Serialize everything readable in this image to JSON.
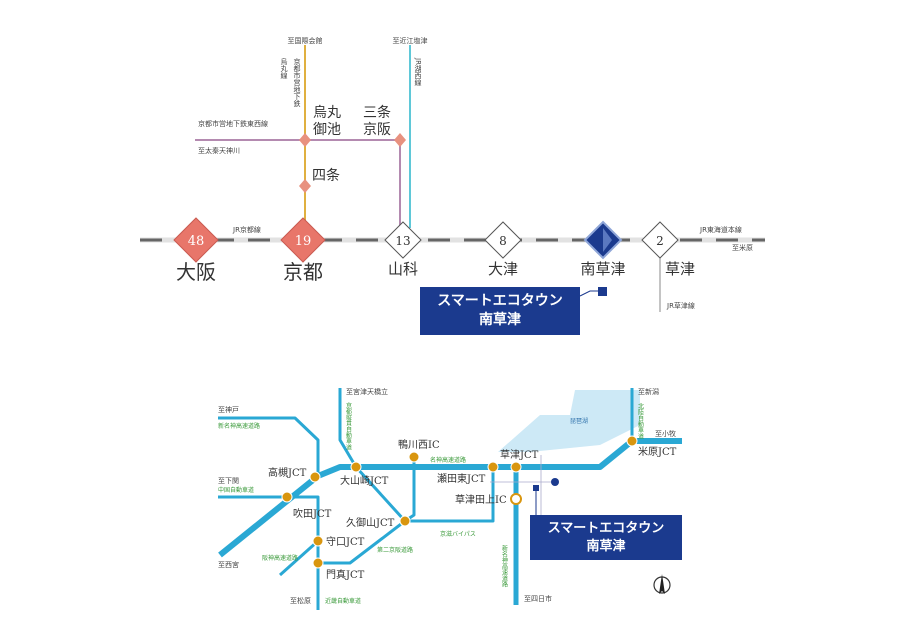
{
  "rail_map": {
    "lines": {
      "jr_kyoto": "JR京都線",
      "jr_tokaido": "JR東海道本線",
      "to_maibara": "至米原",
      "jr_kusatsu": "JR草津線",
      "to_kokusaikaikan": "至国際会館",
      "karasuma_line": "烏丸線",
      "subway_kyoto": "京都市営地下鉄",
      "subway_tozai": "京都市営地下鉄東西線",
      "to_uzumasa": "至太秦天神川",
      "to_omishiotsu": "至近江塩津",
      "jr_kosei": "JR湖西線"
    },
    "stations": [
      {
        "name": "大阪",
        "minutes": "48",
        "color": "#e8766a"
      },
      {
        "name": "京都",
        "minutes": "19",
        "color": "#e8766a"
      },
      {
        "name": "山科",
        "minutes": "13",
        "color": "#ffffff"
      },
      {
        "name": "大津",
        "minutes": "8",
        "color": "#ffffff"
      },
      {
        "name": "南草津",
        "minutes": "",
        "color": "#1b3a8e"
      },
      {
        "name": "草津",
        "minutes": "2",
        "color": "#ffffff"
      }
    ],
    "subway_stations": [
      "烏丸御池",
      "三条京阪",
      "四条"
    ],
    "property": [
      "スマートエコタウン",
      "南草津"
    ]
  },
  "road_map": {
    "labels": {
      "to_kobe": "至神戸",
      "shinmeishin_w": "新名神高速道路",
      "to_shimonoseki": "至下関",
      "chugoku": "中国自動車道",
      "to_nishinomiya": "至西宮",
      "hanshin": "阪神高速道路",
      "to_matsubara": "至松原",
      "kinki": "近畿自動車道",
      "to_amanohashidate": "至宮津天橋立",
      "kyoto_jukan": "京都縦貫自動車道",
      "meishin": "名神高速道路",
      "daini_keihan": "第二京阪道路",
      "keiji_bypass": "京滋バイパス",
      "shinmeishin_e": "新名神高速道路",
      "to_yokkaichi": "至四日市",
      "lake": "琵琶湖",
      "to_niigata": "至新潟",
      "hokuriku": "北陸自動車道",
      "to_komaki": "至小牧"
    },
    "junctions": {
      "takatsuki": "高槻JCT",
      "oyamazaki": "大山崎JCT",
      "suita": "吹田JCT",
      "kumiyama": "久御山JCT",
      "moriguchi": "守口JCT",
      "kadoma": "門真JCT",
      "kamogawa": "鴨川西IC",
      "setahigashi": "瀬田東JCT",
      "kusatsu_jct": "草津JCT",
      "kusatsu_tanakami": "草津田上IC",
      "maibara": "米原JCT"
    },
    "property": [
      "スマートエコタウン",
      "南草津"
    ],
    "colors": {
      "road": "#2aa8d4",
      "junction": "#d9960f",
      "lake": "#cde9f6",
      "property": "#1b3a8e"
    }
  }
}
